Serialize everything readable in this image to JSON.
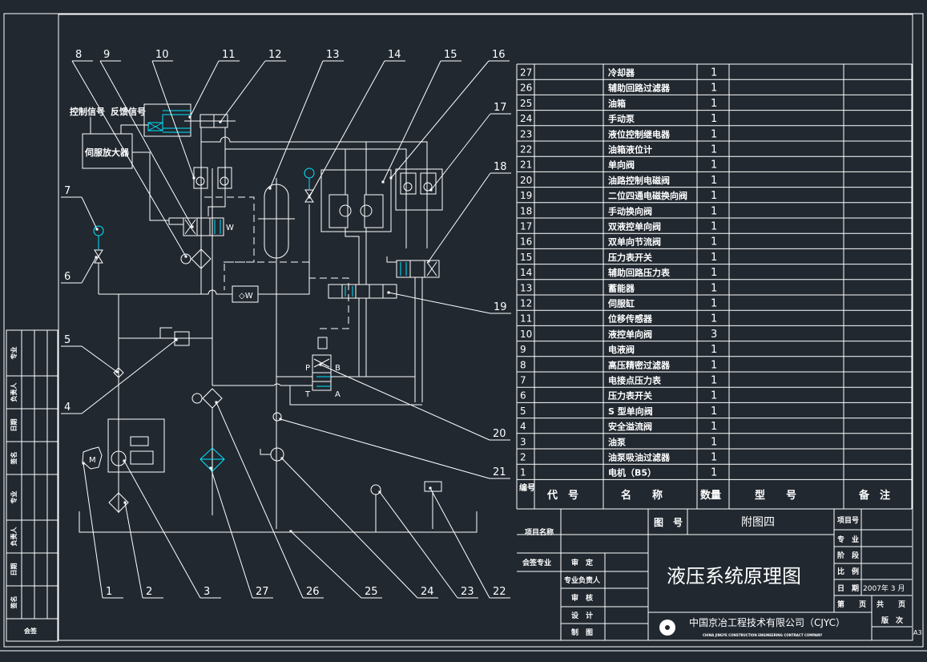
{
  "drawing": {
    "labels": {
      "control_signal": "控制信号",
      "feedback_signal": "反馈信号",
      "servo_amplifier": "伺服放大器",
      "port_p": "P",
      "port_b": "B",
      "port_t": "T",
      "port_a": "A",
      "motor_m": "M"
    },
    "callouts": [
      "1",
      "2",
      "3",
      "4",
      "5",
      "6",
      "7",
      "8",
      "9",
      "10",
      "11",
      "12",
      "13",
      "14",
      "15",
      "16",
      "17",
      "18",
      "19",
      "20",
      "21",
      "22",
      "23",
      "24",
      "25",
      "26",
      "27"
    ]
  },
  "parts_list": {
    "headers": {
      "no": "编号",
      "code": "代　号",
      "name": "名　　称",
      "qty": "数量",
      "model": "型　　号",
      "remark": "备　注"
    },
    "rows": [
      {
        "no": "27",
        "name": "冷却器",
        "qty": "1"
      },
      {
        "no": "26",
        "name": "辅助回路过滤器",
        "qty": "1"
      },
      {
        "no": "25",
        "name": "油箱",
        "qty": "1"
      },
      {
        "no": "24",
        "name": "手动泵",
        "qty": "1"
      },
      {
        "no": "23",
        "name": "液位控制继电器",
        "qty": "1"
      },
      {
        "no": "22",
        "name": "油箱液位计",
        "qty": "1"
      },
      {
        "no": "21",
        "name": "单向阀",
        "qty": "1"
      },
      {
        "no": "20",
        "name": "油路控制电磁阀",
        "qty": "1"
      },
      {
        "no": "19",
        "name": "二位四通电磁换向阀",
        "qty": "1"
      },
      {
        "no": "18",
        "name": "手动换向阀",
        "qty": "1"
      },
      {
        "no": "17",
        "name": "双液控单向阀",
        "qty": "1"
      },
      {
        "no": "16",
        "name": "双单向节流阀",
        "qty": "1"
      },
      {
        "no": "15",
        "name": "压力表开关",
        "qty": "1"
      },
      {
        "no": "14",
        "name": "辅助回路压力表",
        "qty": "1"
      },
      {
        "no": "13",
        "name": "蓄能器",
        "qty": "1"
      },
      {
        "no": "12",
        "name": "伺服缸",
        "qty": "1"
      },
      {
        "no": "11",
        "name": "位移传感器",
        "qty": "1"
      },
      {
        "no": "10",
        "name": "液控单向阀",
        "qty": "3"
      },
      {
        "no": "9",
        "name": "电液阀",
        "qty": "1"
      },
      {
        "no": "8",
        "name": "高压精密过滤器",
        "qty": "1"
      },
      {
        "no": "7",
        "name": "电接点压力表",
        "qty": "1"
      },
      {
        "no": "6",
        "name": "压力表开关",
        "qty": "1"
      },
      {
        "no": "5",
        "name": "S 型单向阀",
        "qty": "1"
      },
      {
        "no": "4",
        "name": "安全溢流阀",
        "qty": "1"
      },
      {
        "no": "3",
        "name": "油泵",
        "qty": "1"
      },
      {
        "no": "2",
        "name": "油泵吸油过滤器",
        "qty": "1"
      },
      {
        "no": "1",
        "name": "电机（B5）",
        "qty": "1"
      }
    ]
  },
  "title_block": {
    "project_name": "项目名称",
    "countersign": "会签专业",
    "approve": "审　定",
    "discipline_lead": "专业负责人",
    "review": "审　核",
    "design": "设　计",
    "draft": "制　图",
    "drawing_no_label": "图　号",
    "drawing_no": "附图四",
    "title": "液压系统原理图",
    "project_no": "项目号",
    "discipline": "专　业",
    "stage": "阶　段",
    "scale": "比　例",
    "date_label": "日　期",
    "date": "2007年 3 月",
    "sheet": "第　　页",
    "total": "共　　页",
    "revision": "版　次",
    "company": "中国京冶工程技术有限公司（CJYC）",
    "company_en": "CHINA JINGYE CONSTRUCTION ENGINEERING CONTRACT COMPANY",
    "paper_size": "A3"
  },
  "left_strip": {
    "labels": [
      "专业",
      "负责人",
      "日期",
      "签名",
      "专业",
      "负责人",
      "日期",
      "签名"
    ],
    "footer": "会签"
  },
  "colors": {
    "background": "#212830",
    "line": "#ffffff",
    "accent": "#00e5ff"
  }
}
